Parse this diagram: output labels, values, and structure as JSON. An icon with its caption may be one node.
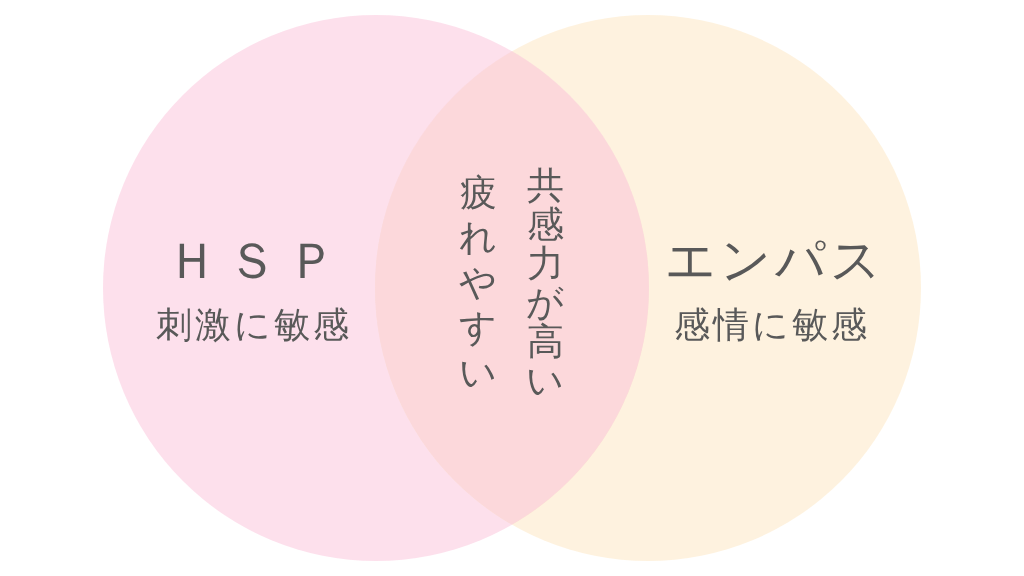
{
  "diagram": {
    "nodes": [
      {
        "text": [
          "ＨＳＰ",
          "刺激に敏感"
        ]
      },
      {
        "text": [
          "疲れやすい",
          "共感力が高い"
        ]
      },
      {
        "text": [
          "エンパス",
          "感情に敏感"
        ]
      }
    ]
  }
}
